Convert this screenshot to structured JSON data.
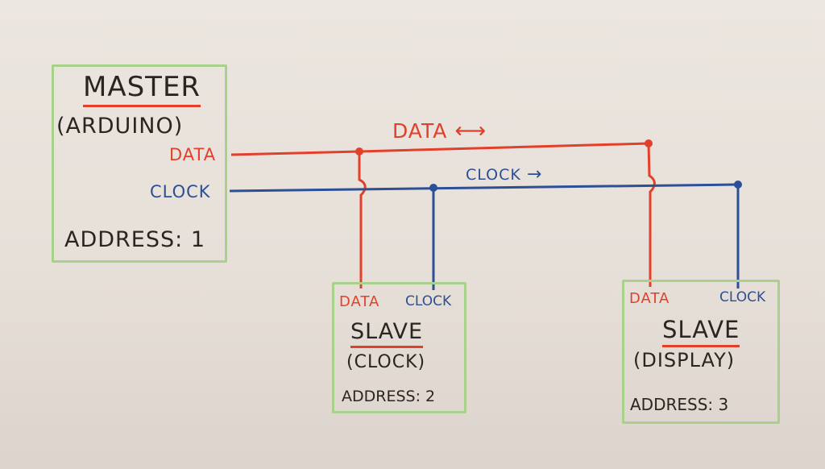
{
  "master": {
    "title": "MASTER",
    "subtitle": "(ARDUINO)",
    "data_pin": "DATA",
    "clock_pin": "CLOCK",
    "address": "ADDRESS: 1"
  },
  "bus": {
    "data_label": "DATA",
    "data_arrow": "⟷",
    "clock_label": "CLOCK",
    "clock_arrow": "→"
  },
  "slave_clock": {
    "data_pin": "DATA",
    "clock_pin": "CLOCK",
    "title": "SLAVE",
    "subtitle": "(CLOCK)",
    "address": "ADDRESS: 2"
  },
  "slave_display": {
    "data_pin": "DATA",
    "clock_pin": "CLOCK",
    "title": "SLAVE",
    "subtitle": "(DISPLAY)",
    "address": "ADDRESS: 3"
  },
  "colors": {
    "data": "#e2402a",
    "clock": "#2c4f95",
    "box": "#a8d18a",
    "ink": "#2a2522"
  }
}
